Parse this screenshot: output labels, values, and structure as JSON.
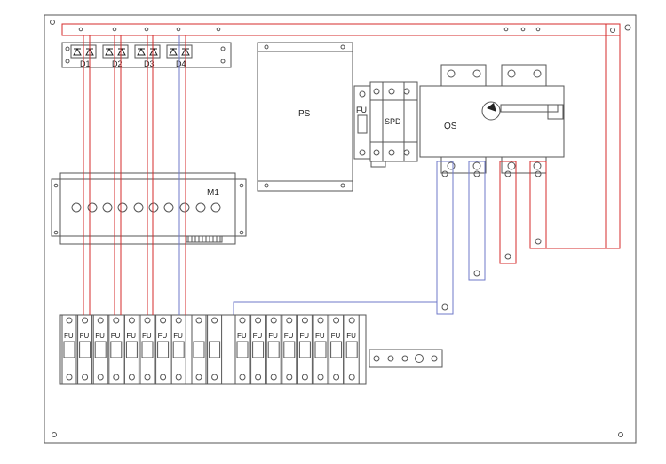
{
  "labels": {
    "diodes": [
      "D1",
      "D2",
      "D3",
      "D4"
    ],
    "module": "M1",
    "power_supply": "PS",
    "spd_fuse": "FU",
    "spd": "SPD",
    "switch": "QS",
    "fuse": "FU"
  },
  "fuse_count": 18,
  "colors": {
    "positive_wire": "#d62b2b",
    "negative_wire": "#6f79c9",
    "outline": "#555555"
  }
}
